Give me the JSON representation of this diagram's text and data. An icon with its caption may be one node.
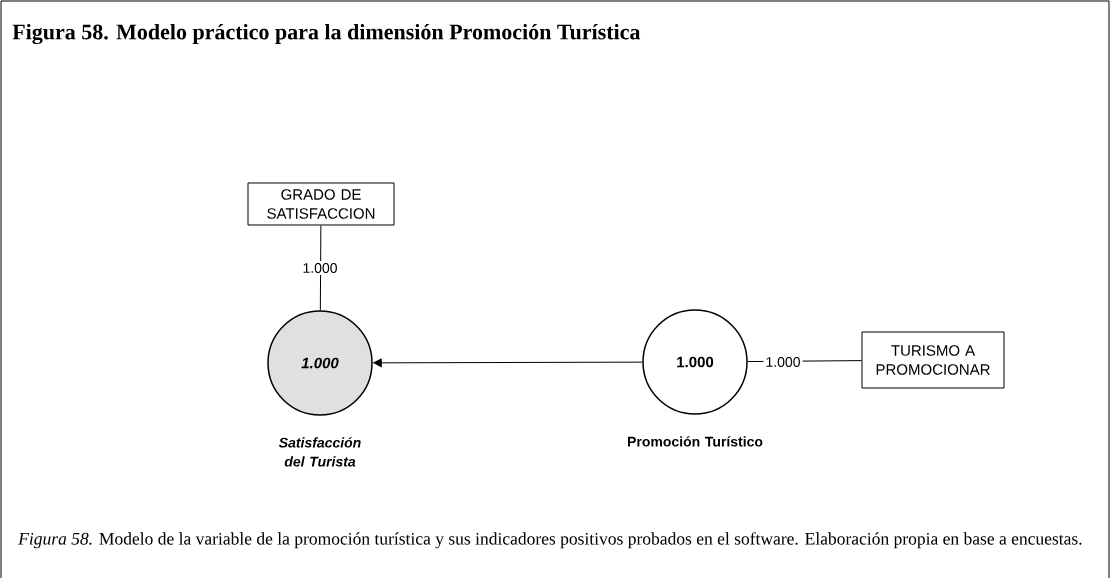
{
  "diagram": {
    "title": "Figura 58.  Modelo práctico para la dimensión Promoción Turística",
    "caption": "*Figura 58.* Modelo de la variable de la promoción turística y sus indicadores positivos probados en el software. Elaboración propia en base a encuestas.",
    "nodes": [
      {
        "text": [
          "GRADO DE SATISFACCION"
        ]
      },
      {
        "text": [
          "1.000"
        ],
        "beside": [
          "Satisfacción del Turista"
        ]
      },
      {
        "text": [
          "1.000"
        ],
        "beside": [
          "Promoción Turístico"
        ]
      },
      {
        "text": [
          "TURISMO A PROMOCIONAR"
        ]
      }
    ],
    "edges": [
      {
        "from": 0,
        "to": 1,
        "arrow": "none",
        "label": "1.000"
      },
      {
        "from": 2,
        "to": 1,
        "arrow": "to"
      },
      {
        "from": 2,
        "to": 3,
        "arrow": "none",
        "label": "1.000"
      }
    ]
  }
}
